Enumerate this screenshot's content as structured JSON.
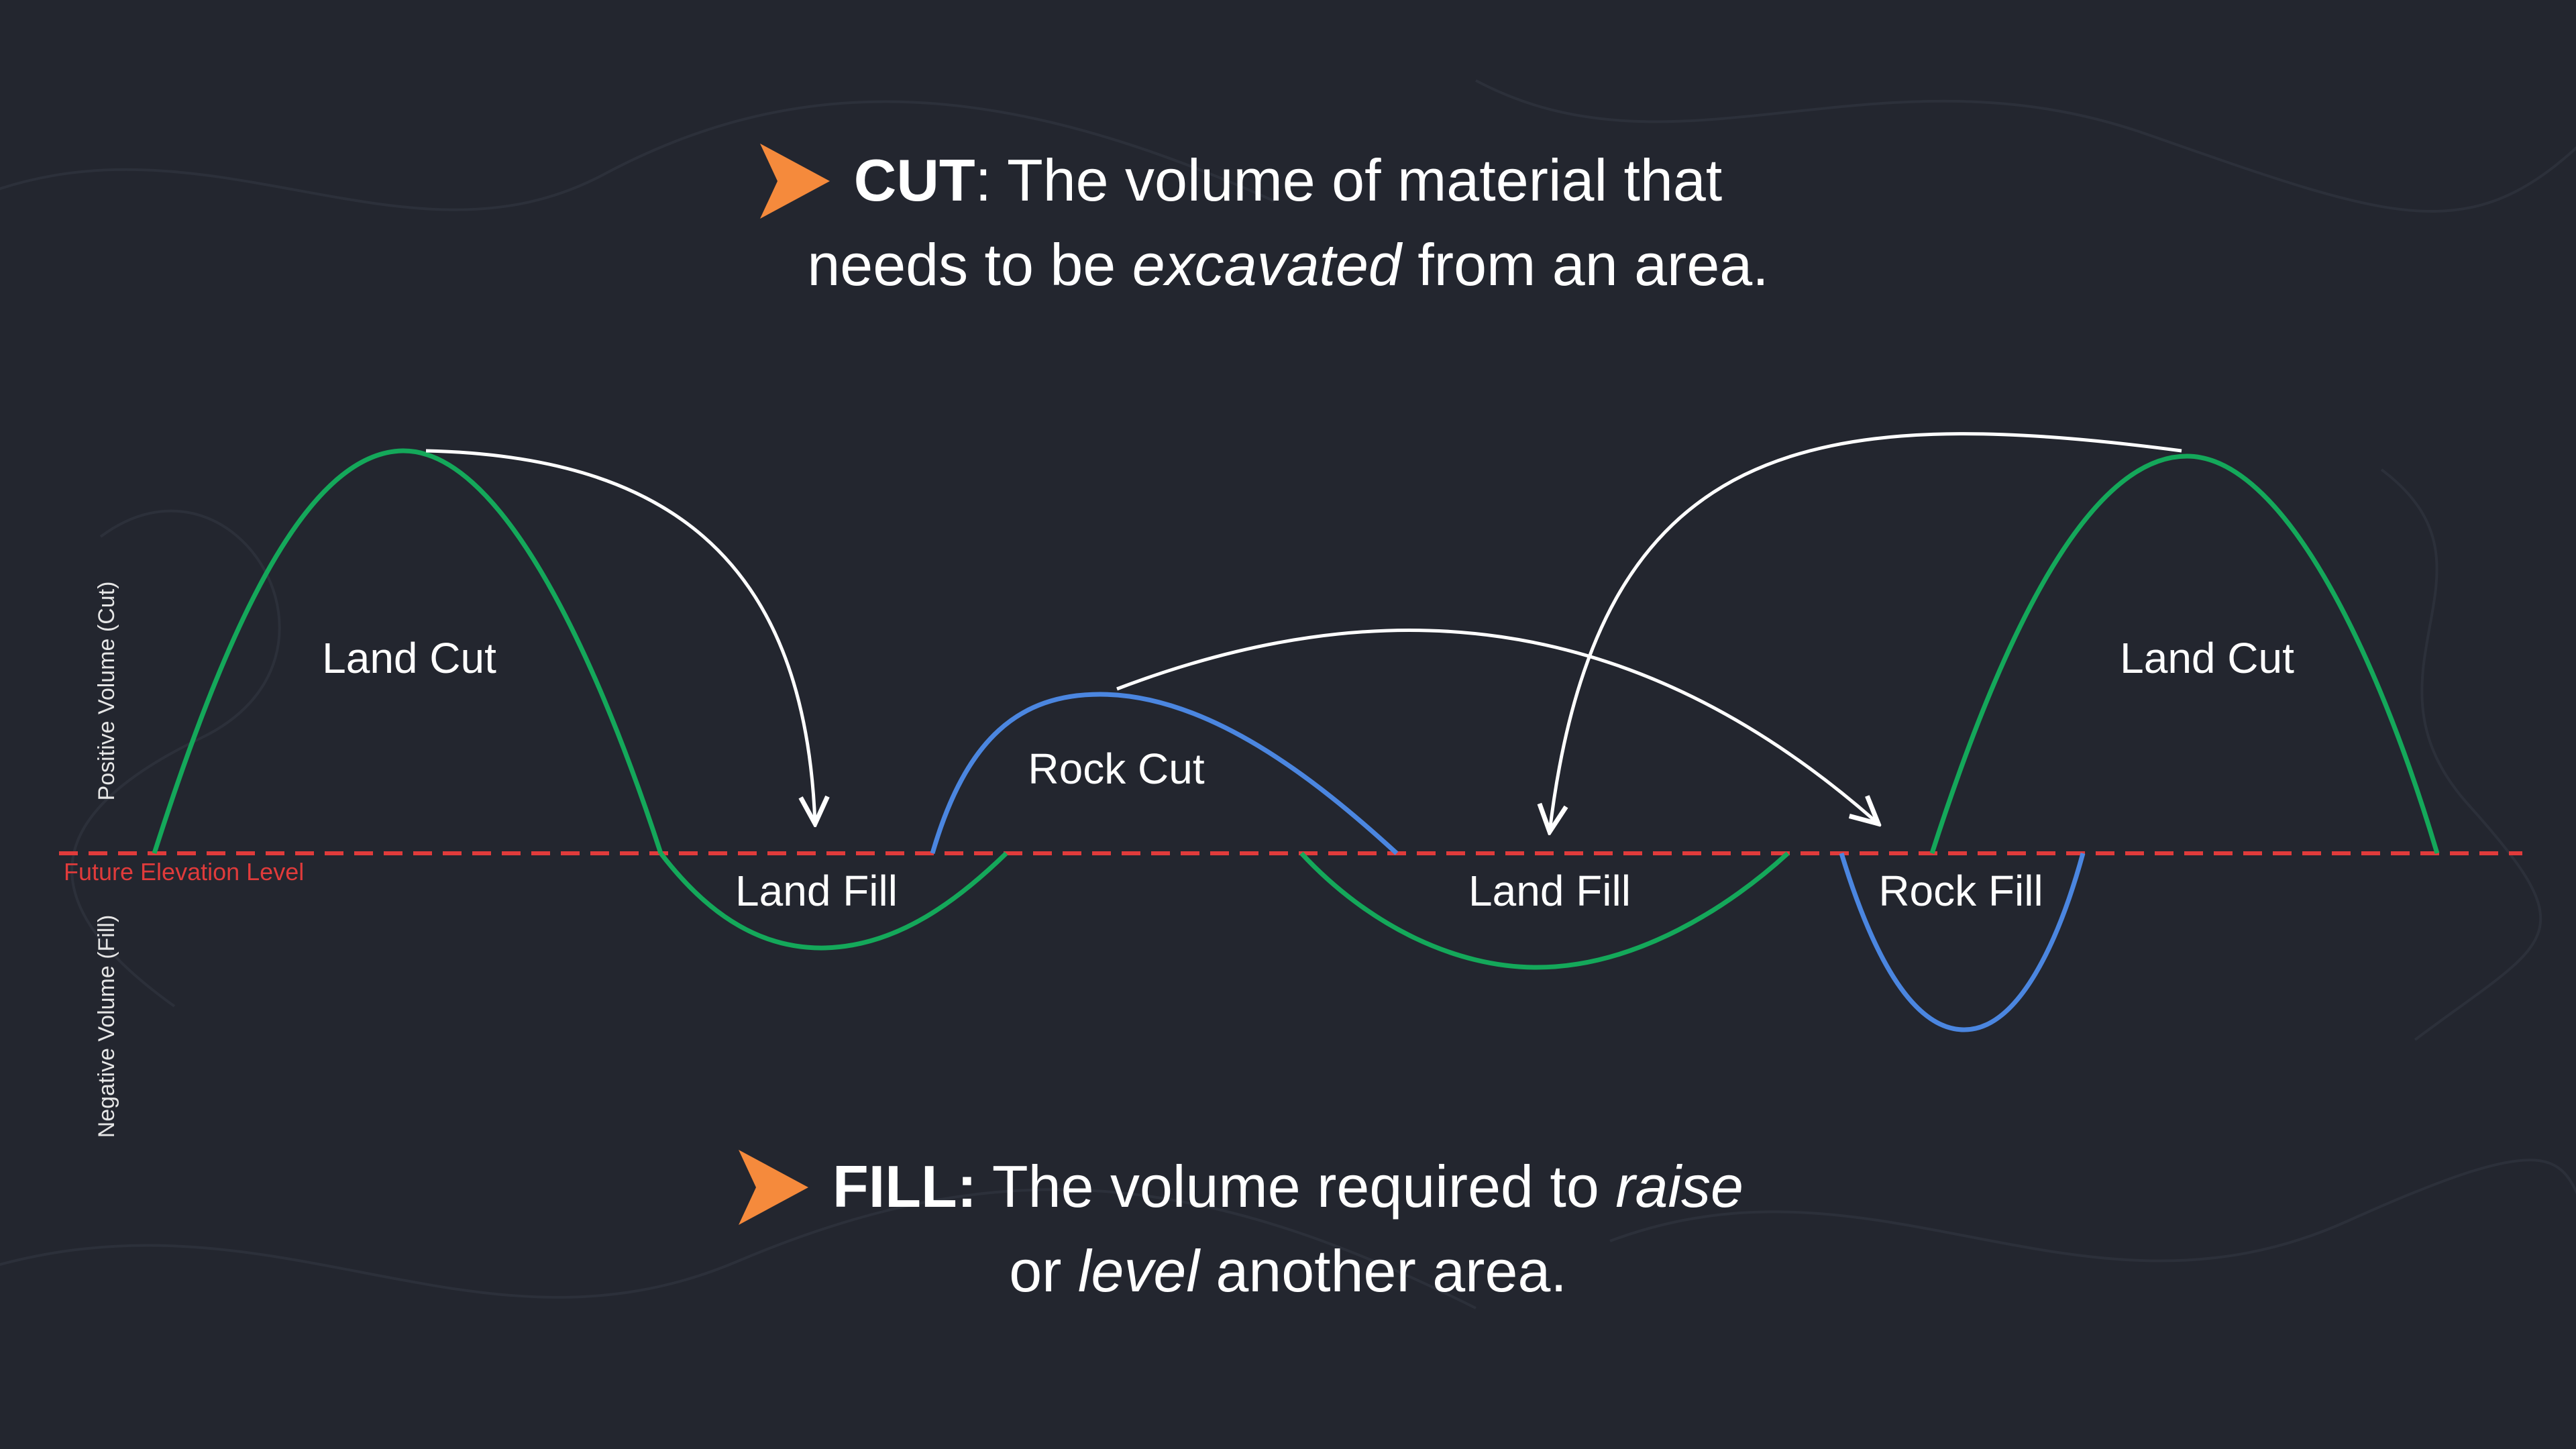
{
  "colors": {
    "background": "#23262f",
    "land": "#14a85a",
    "rock": "#4b86e0",
    "elevation_line": "#e03b3b",
    "arrow_accent": "#f58a3c",
    "flow_arrows": "#ffffff"
  },
  "cut_definition": {
    "icon": "play-arrow-icon",
    "term": "CUT",
    "line1_rest": ": The volume of material that",
    "line2_pre": "needs to be ",
    "line2_emph": "excavated",
    "line2_post": " from an area."
  },
  "fill_definition": {
    "icon": "play-arrow-icon",
    "term": "FILL:",
    "line1_mid": " The volume required to ",
    "line1_emph": "raise",
    "line2_pre": "or ",
    "line2_emph": "level",
    "line2_post": " another area."
  },
  "axis": {
    "positive_label": "Positive Volume (Cut)",
    "negative_label": "Negative Volume (Fill)",
    "elevation_label": "Future Elevation Level"
  },
  "regions": [
    {
      "label": "Land Cut",
      "material": "land",
      "kind": "cut"
    },
    {
      "label": "Land Fill",
      "material": "land",
      "kind": "fill"
    },
    {
      "label": "Rock Cut",
      "material": "rock",
      "kind": "cut"
    },
    {
      "label": "Land Fill",
      "material": "land",
      "kind": "fill"
    },
    {
      "label": "Rock Fill",
      "material": "rock",
      "kind": "fill"
    },
    {
      "label": "Land Cut",
      "material": "land",
      "kind": "cut"
    }
  ]
}
